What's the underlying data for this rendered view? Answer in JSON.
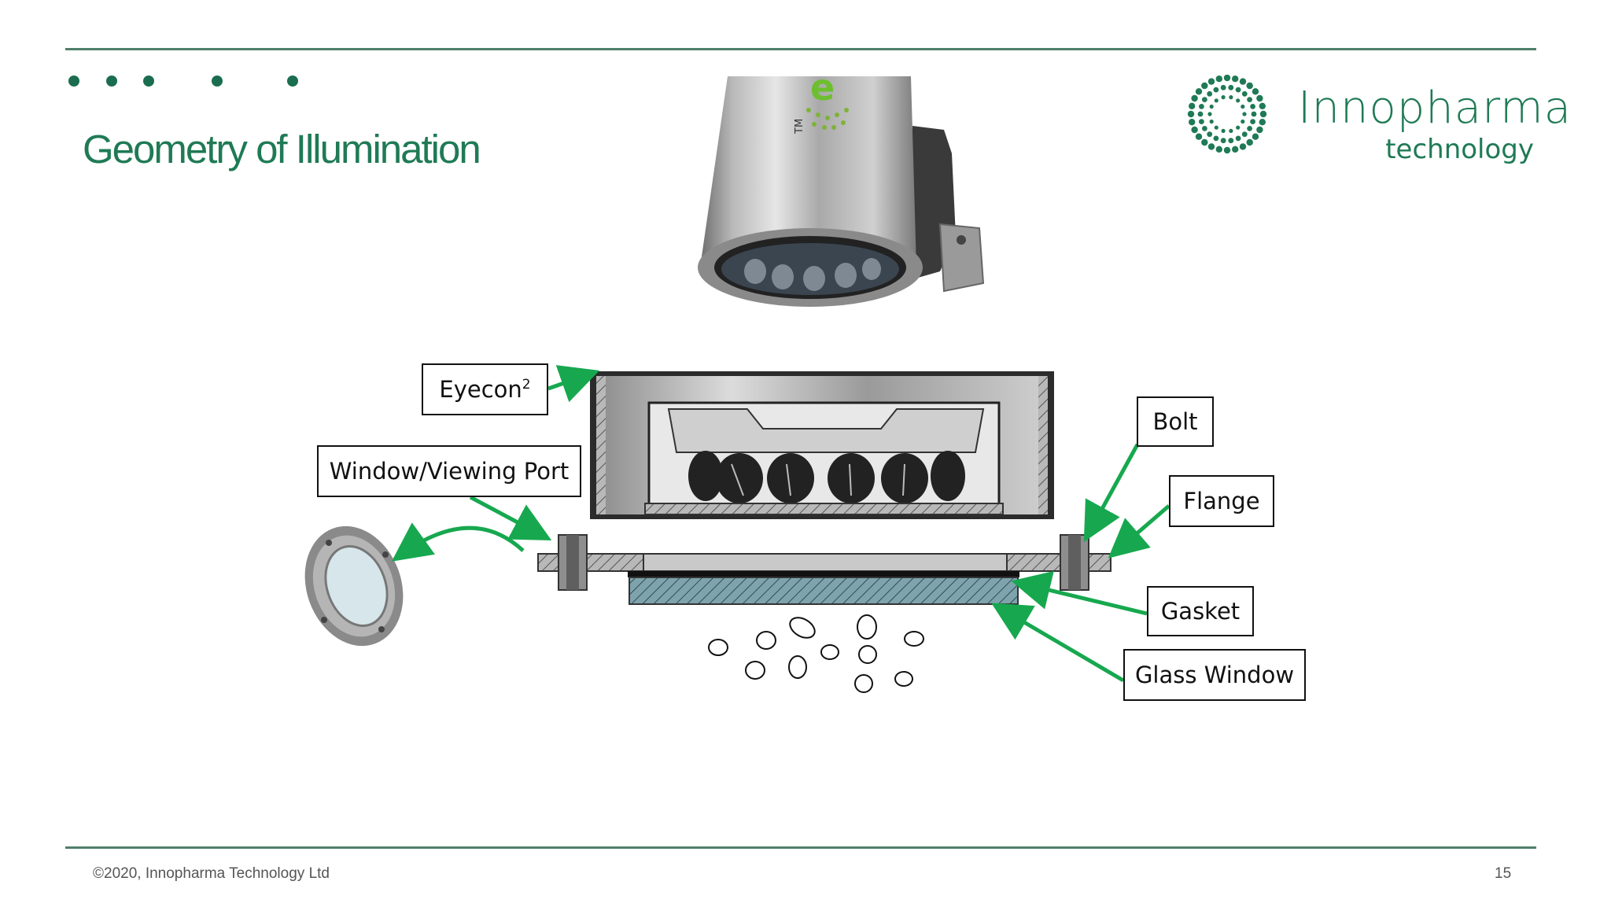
{
  "slide": {
    "title": "Geometry of Illumination",
    "page_number": "15",
    "footer": "©2020, Innopharma Technology Ltd"
  },
  "logo": {
    "name": "Innopharma",
    "tagline": "technology",
    "color": "#1f7a55"
  },
  "labels": {
    "eyecon": "Eyecon",
    "eyecon_sup": "2",
    "window_port": "Window/Viewing Port",
    "bolt": "Bolt",
    "flange": "Flange",
    "gasket": "Gasket",
    "glass_window": "Glass Window"
  },
  "colors": {
    "accent_green": "#1f7a55",
    "arrow_green": "#17a84f",
    "rule": "#4f7f6b"
  }
}
